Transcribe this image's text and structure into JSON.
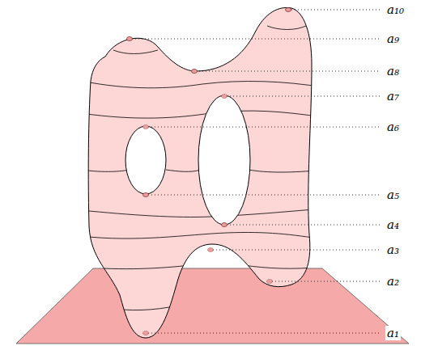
{
  "diagram": {
    "labels": [
      "a₁₀",
      "a₉",
      "a₈",
      "a₇",
      "a₆",
      "a₅",
      "a₄",
      "a₃",
      "a₂",
      "a₁"
    ]
  }
}
